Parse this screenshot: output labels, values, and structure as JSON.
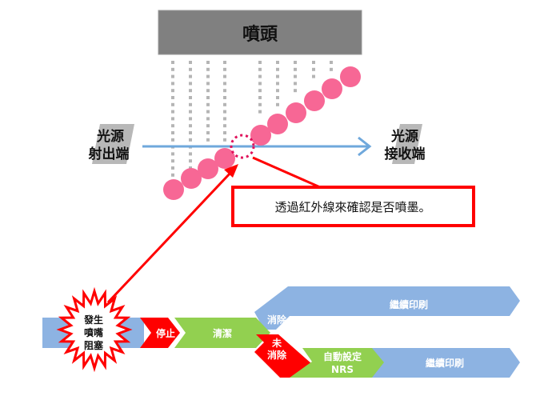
{
  "nozzle_head": {
    "label": "噴頭"
  },
  "emitter": {
    "line1": "光源",
    "line2": "射出端"
  },
  "receiver": {
    "line1": "光源",
    "line2": "接收端"
  },
  "callout": {
    "text": "透過紅外線來確認是否噴墨。"
  },
  "starburst": {
    "line1": "發生",
    "line2": "噴嘴",
    "line3": "阻塞"
  },
  "flow": {
    "stop": "停止",
    "clean": "清潔",
    "cleared": "消除",
    "not_cleared_1": "未",
    "not_cleared_2": "消除",
    "nrs_1": "自動設定",
    "nrs_2": "NRS",
    "continue_upper": "繼續印刷",
    "continue_lower": "繼續印刷"
  },
  "colors": {
    "red": "#ff0000",
    "green": "#92d050",
    "blue": "#8db3e2",
    "pink": "#f76795",
    "gray": "#808080"
  }
}
